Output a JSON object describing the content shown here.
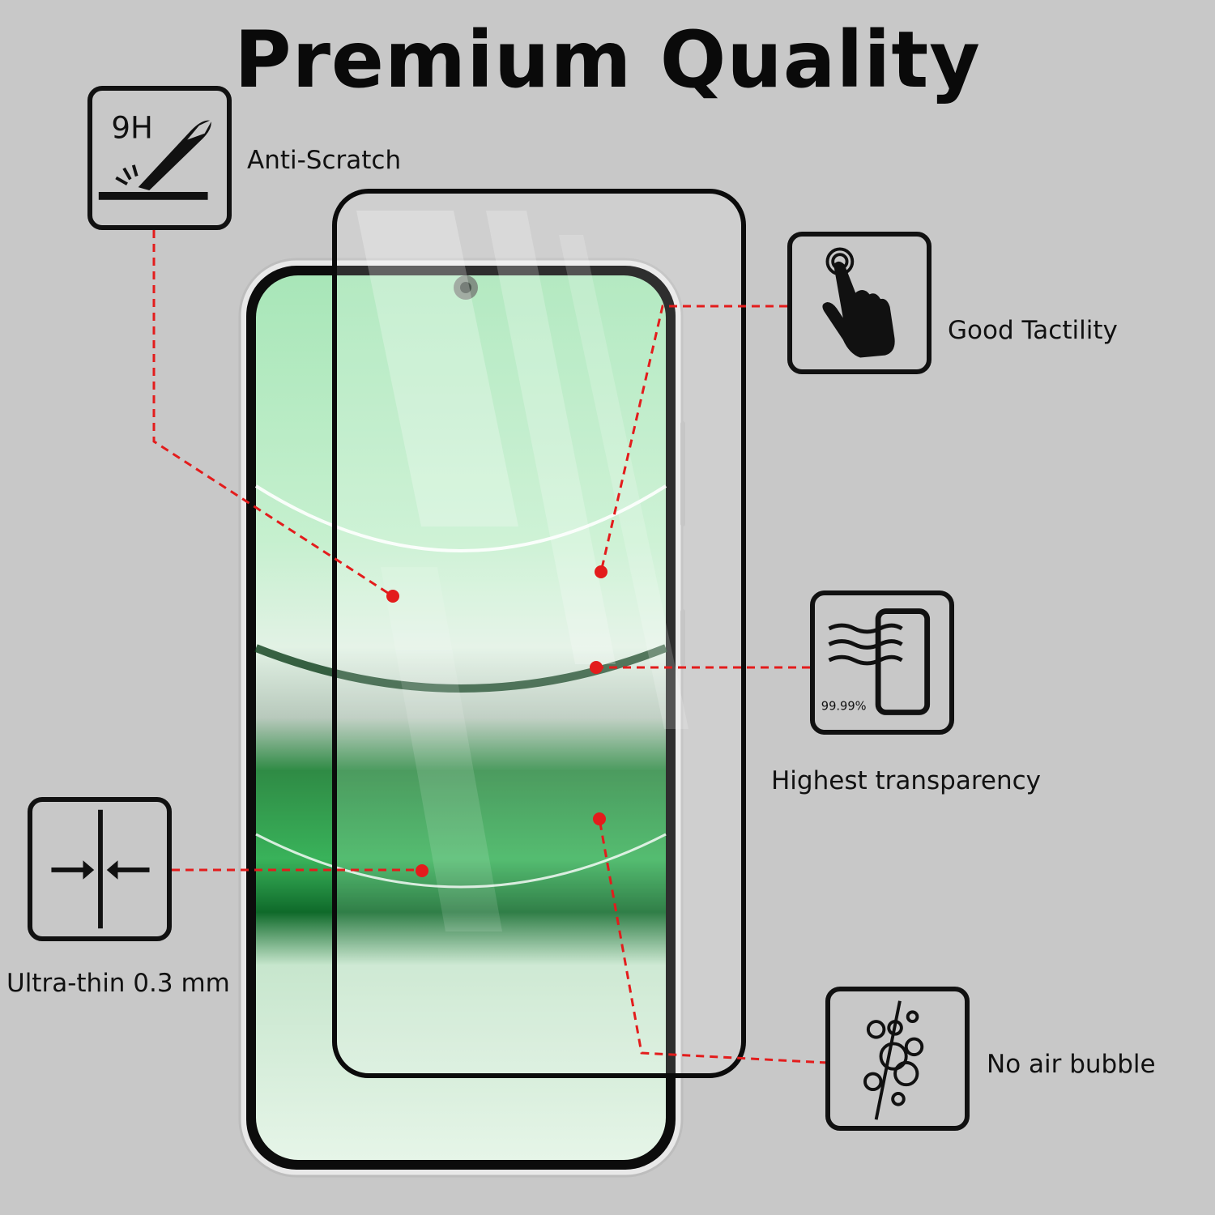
{
  "title": "Premium Quality",
  "features": {
    "anti_scratch": {
      "label": "Anti-Scratch",
      "badge": "9H",
      "icon": "knife-scratch-icon"
    },
    "tactility": {
      "label": "Good Tactility",
      "icon": "finger-touch-icon"
    },
    "transparency": {
      "label": "Highest transparency",
      "badge": "99.99%",
      "icon": "light-transparency-icon"
    },
    "ultra_thin": {
      "label": "Ultra-thin 0.3 mm",
      "icon": "thin-arrows-icon"
    },
    "no_bubble": {
      "label": "No air bubble",
      "icon": "bubbles-icon"
    }
  },
  "colors": {
    "background": "#c8c8c8",
    "accent_line": "#e31c1c",
    "screen_green": "#2e9d4c"
  }
}
